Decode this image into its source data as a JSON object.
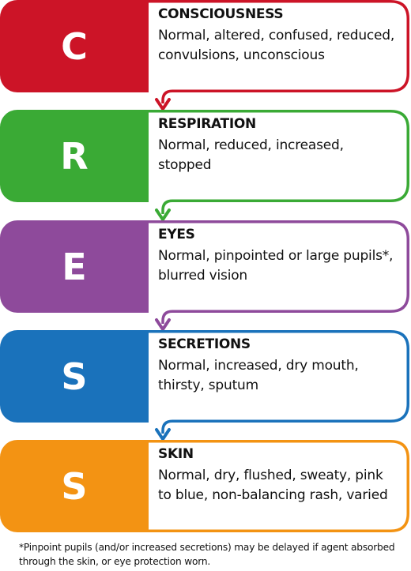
{
  "steps": [
    {
      "letter": "C",
      "heading": "CONSCIOUSNESS",
      "desc": "Normal, altered, confused, reduced, convulsions, unconscious",
      "color": "#cc1427"
    },
    {
      "letter": "R",
      "heading": "RESPIRATION",
      "desc": "Normal, reduced, increased, stopped",
      "color": "#3aaa35"
    },
    {
      "letter": "E",
      "heading": "EYES",
      "desc": "Normal, pinpointed or large pupils*, blurred vision",
      "color": "#8e4a9b"
    },
    {
      "letter": "S",
      "heading": "SECRETIONS",
      "desc": "Normal, increased, dry mouth, thirsty, sputum",
      "color": "#1a72bb"
    },
    {
      "letter": "S",
      "heading": "SKIN",
      "desc": "Normal, dry, flushed, sweaty, pink to blue, non-balancing rash, varied",
      "color": "#f39313"
    }
  ],
  "footnote": "*Pinpoint pupils (and/or increased secretions) may be delayed if agent absorbed through the skin, or eye protection worn."
}
